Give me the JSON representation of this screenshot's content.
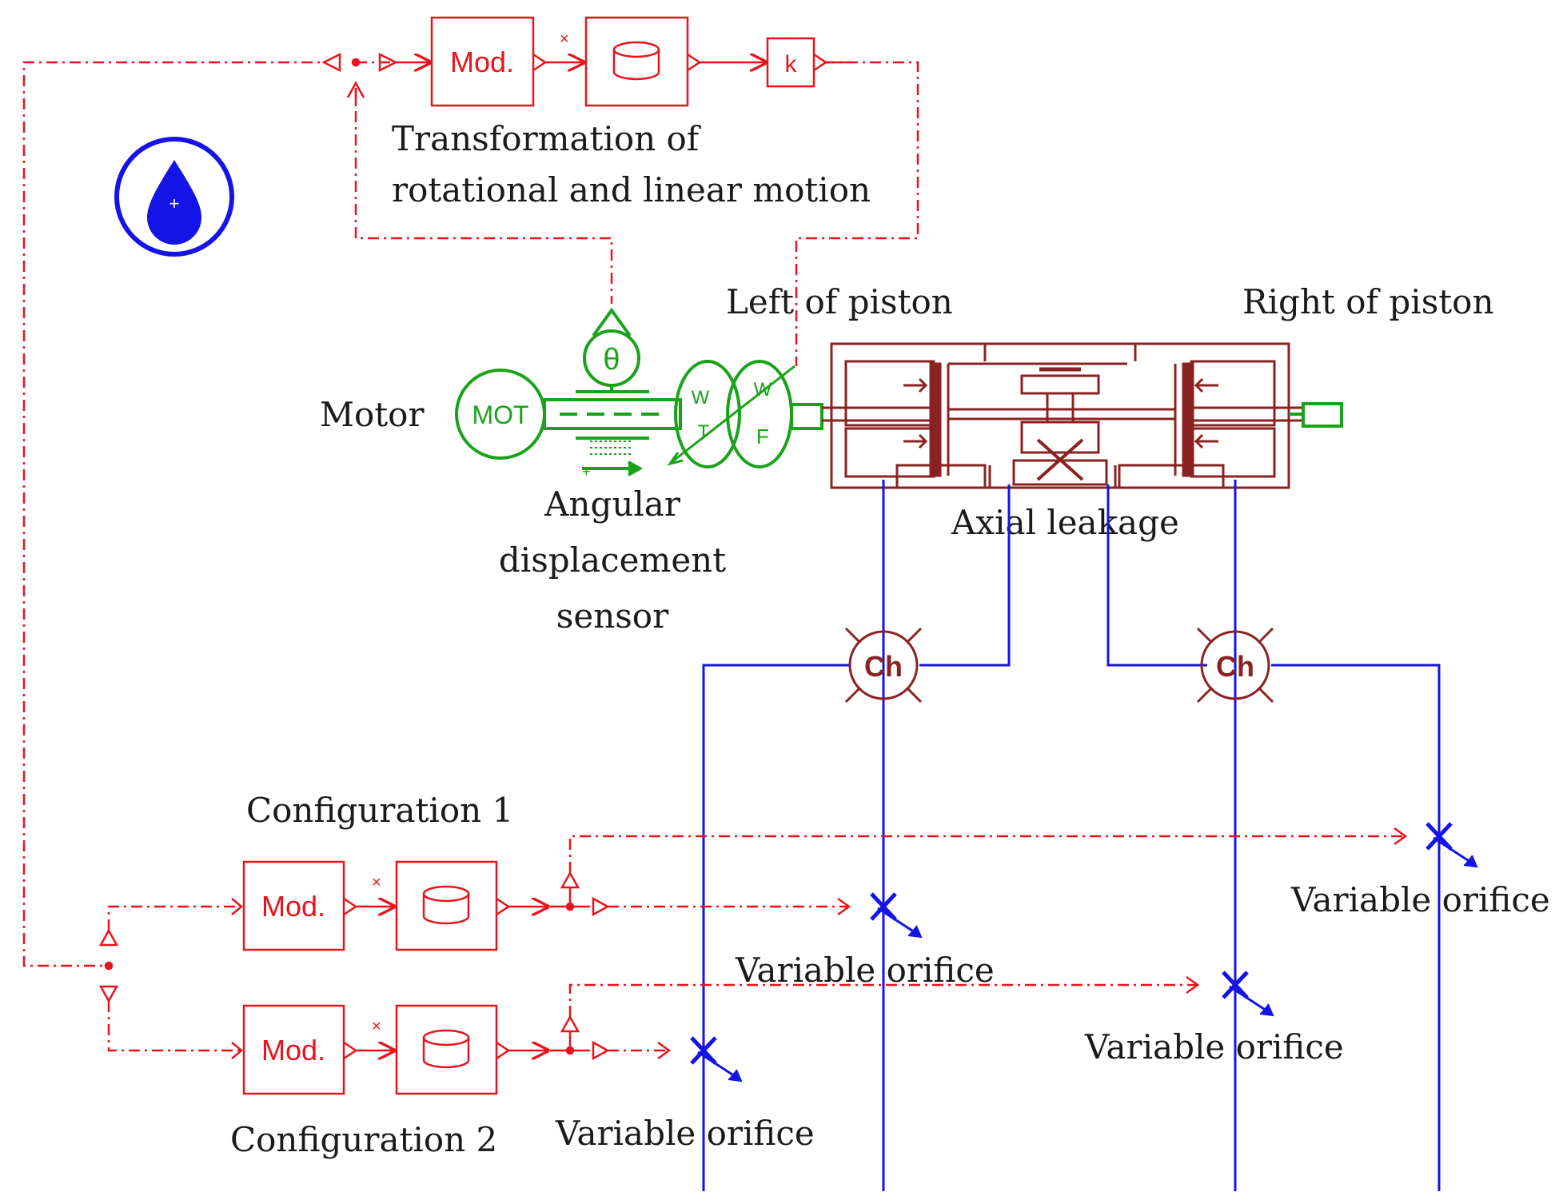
{
  "colors": {
    "signal": "#e8141b",
    "hydraulic": "#1414e6",
    "mechanical": "#1aa31a",
    "chamber": "#8b2222"
  },
  "labels": {
    "transformation_line1": "Transformation of",
    "transformation_line2": "rotational and linear motion",
    "motor": "Motor",
    "left_of_piston": "Left of piston",
    "right_of_piston": "Right of piston",
    "angular_line1": "Angular",
    "angular_line2": "displacement",
    "angular_line3": "sensor",
    "axial_leakage": "Axial leakage",
    "configuration_1": "Configuration 1",
    "configuration_2": "Configuration 2",
    "orifice_1": "Variable orifice",
    "orifice_2": "Variable orifice",
    "orifice_3": "Variable orifice",
    "orifice_4": "Variable orifice"
  },
  "blocks": {
    "mod": "Mod.",
    "gain": "k",
    "motor": "MOT",
    "angle_symbol": "θ",
    "multiply": "×",
    "chamber": "Ch",
    "transformer_w": "W",
    "transformer_t": "T",
    "transformer_f": "F"
  },
  "icons": {
    "hydraulic_fluid": "droplet-icon"
  }
}
